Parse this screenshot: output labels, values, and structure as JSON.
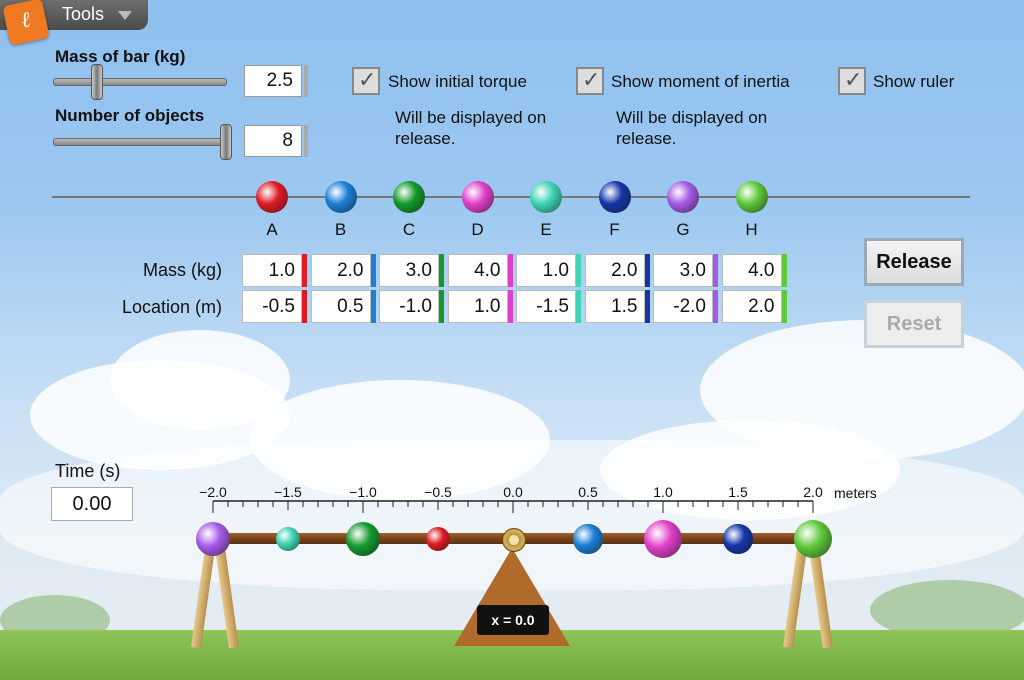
{
  "tools": {
    "label": "Tools",
    "logo": "ℓ"
  },
  "controls": {
    "mass_of_bar_label": "Mass of bar (kg)",
    "mass_of_bar_value": "2.5",
    "mass_of_bar_fraction": 0.25,
    "num_objects_label": "Number of objects",
    "num_objects_value": "8",
    "num_objects_fraction": 1.0
  },
  "checkboxes": [
    {
      "label": "Show initial torque",
      "checked": true,
      "note": "Will be displayed on release."
    },
    {
      "label": "Show moment of inertia",
      "checked": true,
      "note": "Will be displayed on release."
    },
    {
      "label": "Show ruler",
      "checked": true,
      "note": ""
    }
  ],
  "objects": [
    {
      "id": "A",
      "mass": "1.0",
      "location": "-0.5",
      "color": "#e01b24"
    },
    {
      "id": "B",
      "mass": "2.0",
      "location": "0.5",
      "color": "#1c7fd6"
    },
    {
      "id": "C",
      "mass": "3.0",
      "location": "-1.0",
      "color": "#149a2c"
    },
    {
      "id": "D",
      "mass": "4.0",
      "location": "1.0",
      "color": "#e040c8"
    },
    {
      "id": "E",
      "mass": "1.0",
      "location": "-1.5",
      "color": "#3fd4b4"
    },
    {
      "id": "F",
      "mass": "2.0",
      "location": "1.5",
      "color": "#1636a8"
    },
    {
      "id": "G",
      "mass": "3.0",
      "location": "-2.0",
      "color": "#a45ae6"
    },
    {
      "id": "H",
      "mass": "4.0",
      "location": "2.0",
      "color": "#5ec93a"
    }
  ],
  "table": {
    "mass_label": "Mass (kg)",
    "location_label": "Location (m)"
  },
  "buttons": {
    "release": "Release",
    "reset": "Reset"
  },
  "time": {
    "label": "Time (s)",
    "value": "0.00"
  },
  "ruler": {
    "ticks": [
      "−2.0",
      "−1.5",
      "−1.0",
      "−0.5",
      "0.0",
      "0.5",
      "1.0",
      "1.5",
      "2.0"
    ],
    "unit": "meters"
  },
  "fulcrum_label": "x = 0.0"
}
